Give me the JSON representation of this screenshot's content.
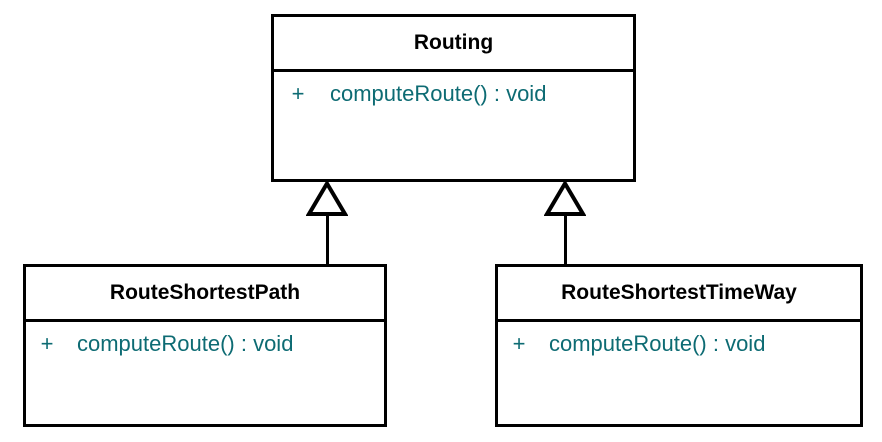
{
  "diagram": {
    "type": "uml-class-diagram",
    "background_color": "#ffffff",
    "line_color": "#000000",
    "title_color": "#000000",
    "member_color": "#0d6b73"
  },
  "classes": [
    {
      "id": "routing",
      "name": "Routing",
      "role": "superclass",
      "members": [
        {
          "visibility": "+",
          "signature": "computeRoute() : void"
        }
      ]
    },
    {
      "id": "route-shortest-path",
      "name": "RouteShortestPath",
      "role": "subclass",
      "members": [
        {
          "visibility": "+",
          "signature": "computeRoute() : void"
        }
      ]
    },
    {
      "id": "route-shortest-time-way",
      "name": "RouteShortestTimeWay",
      "role": "subclass",
      "members": [
        {
          "visibility": "+",
          "signature": "computeRoute() : void"
        }
      ]
    }
  ],
  "relationships": [
    {
      "id": "gen-left",
      "type": "generalization",
      "from": "RouteShortestPath",
      "to": "Routing"
    },
    {
      "id": "gen-right",
      "type": "generalization",
      "from": "RouteShortestTimeWay",
      "to": "Routing"
    }
  ]
}
